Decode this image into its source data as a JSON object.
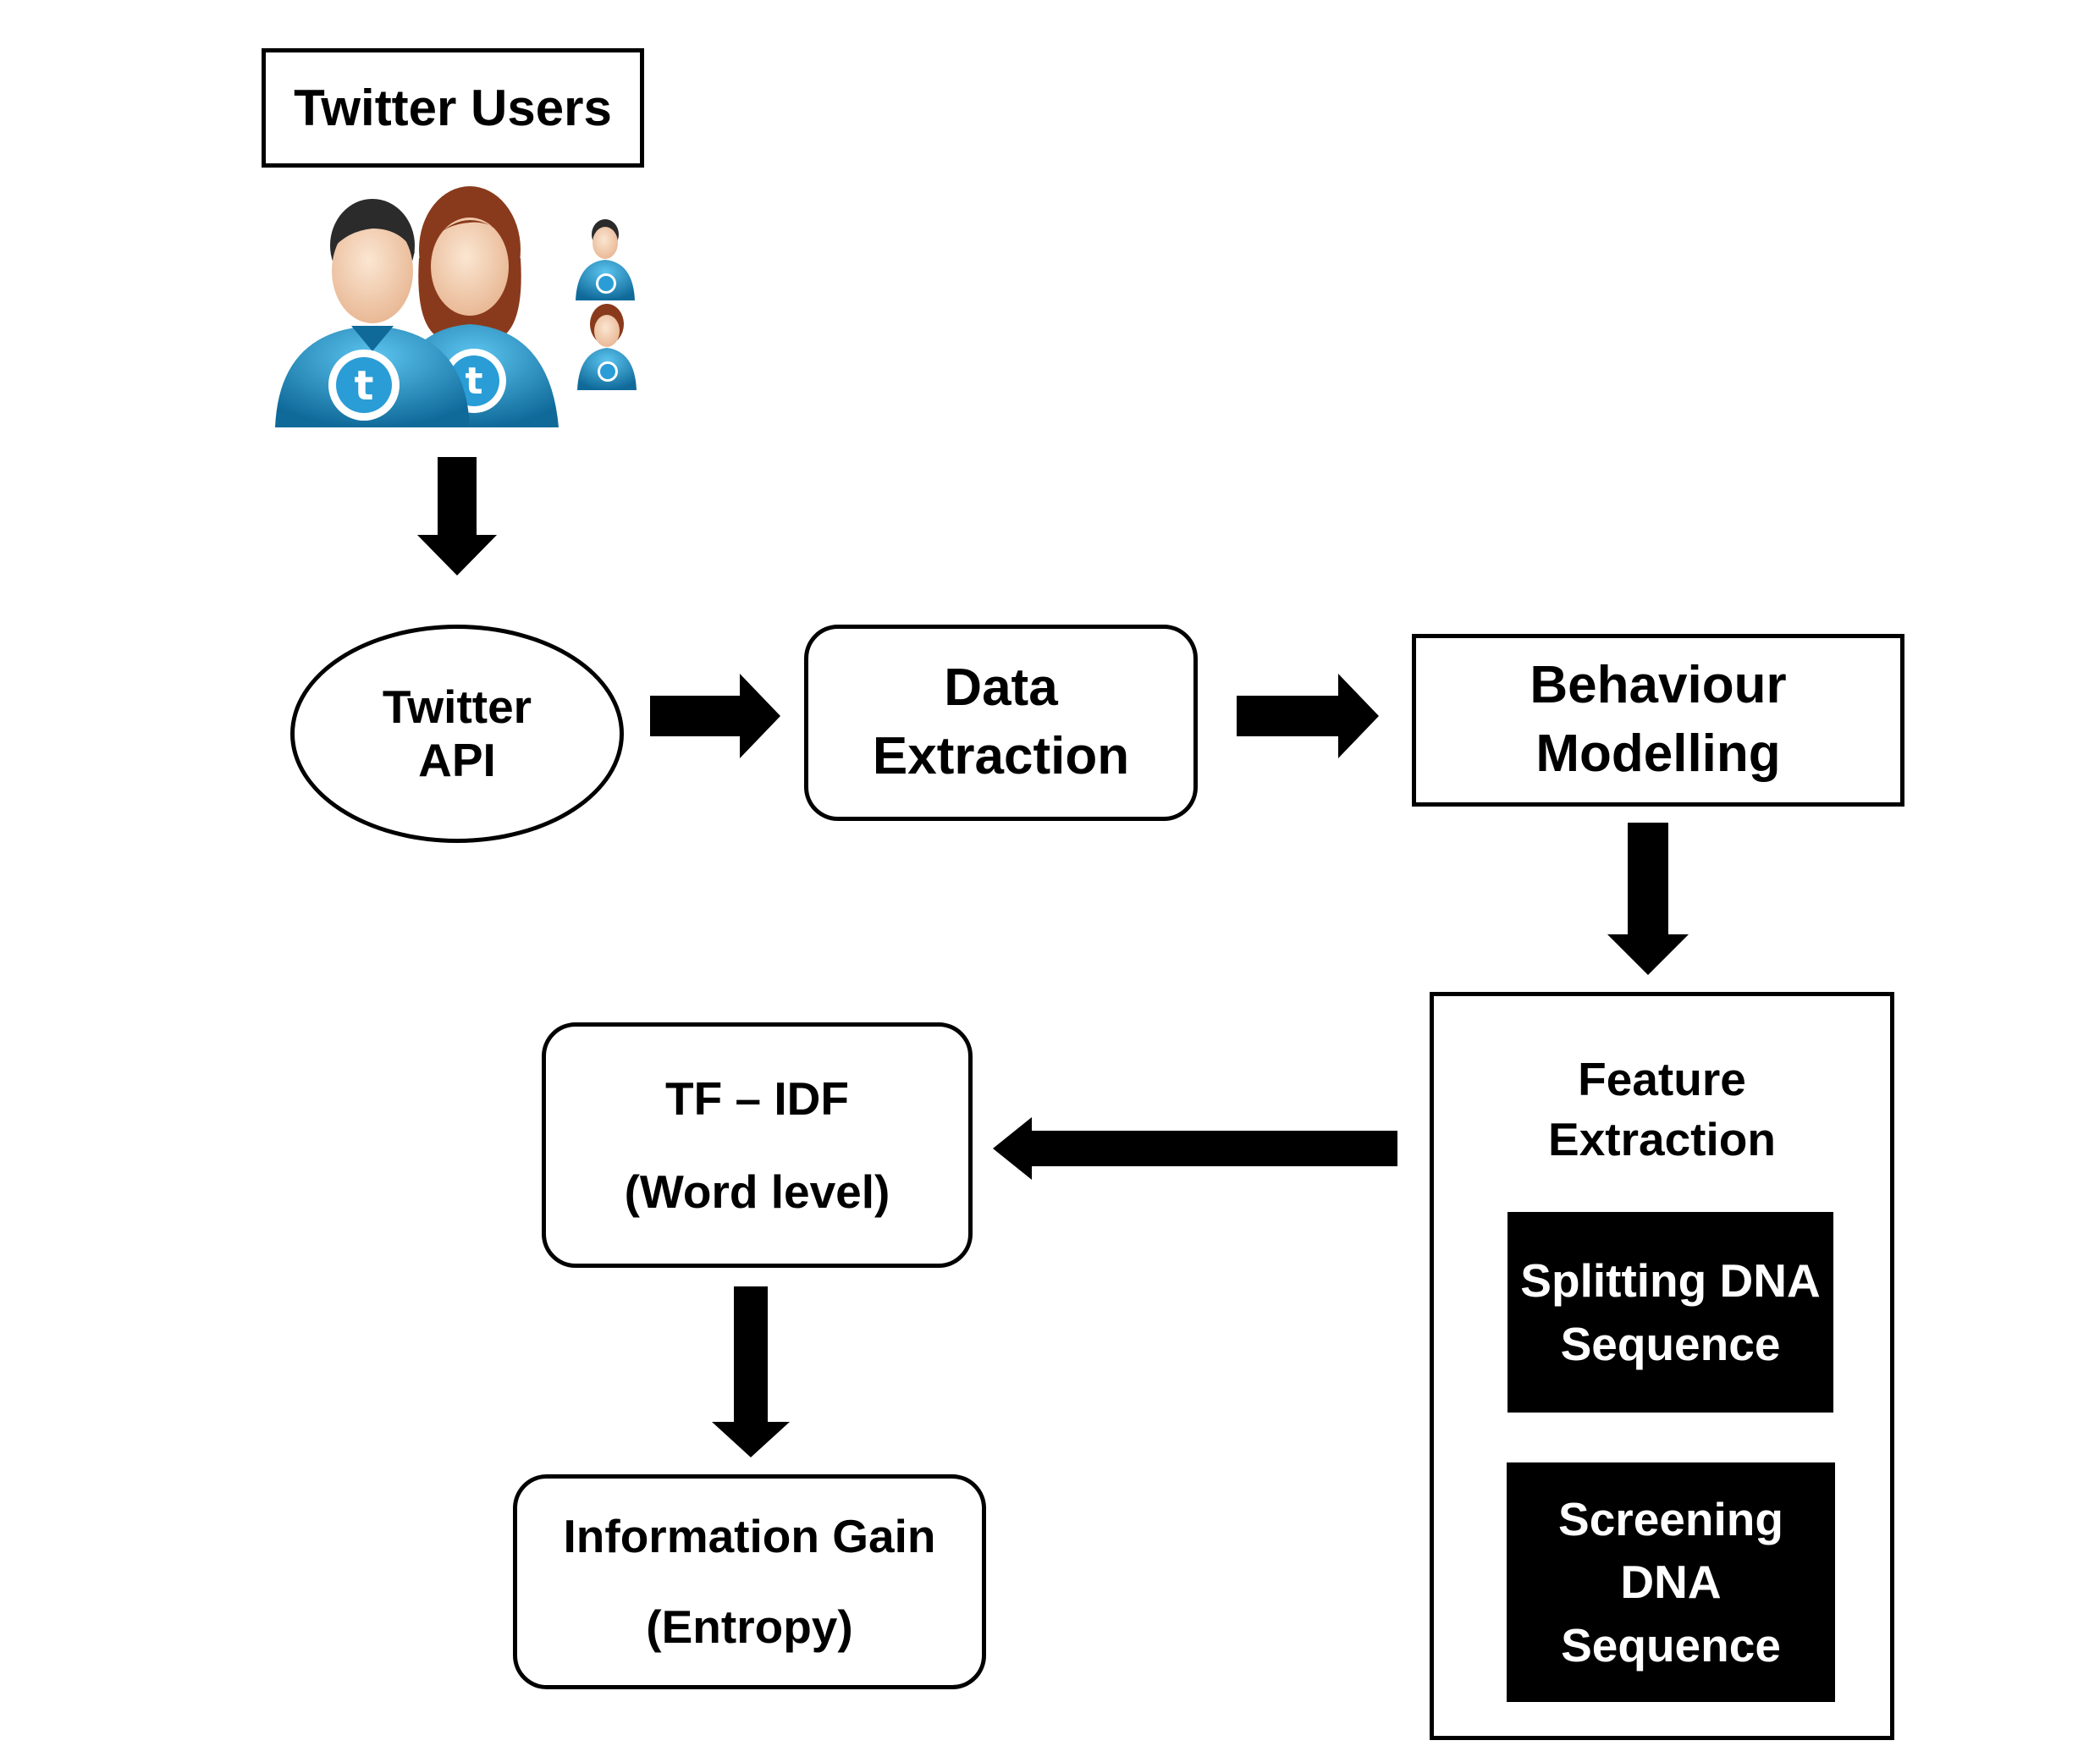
{
  "diagram": {
    "twitter_users": {
      "label": "Twitter Users"
    },
    "twitter_api": {
      "line1": "Twitter",
      "line2": "API"
    },
    "data_extraction": {
      "line1": "Data",
      "line2": "Extraction"
    },
    "behaviour_modelling": {
      "line1": "Behaviour",
      "line2": "Modelling"
    },
    "feature_extraction": {
      "line1": "Feature",
      "line2": "Extraction",
      "splitting": {
        "line1": "Splitting DNA",
        "line2": "Sequence"
      },
      "screening": {
        "line1": "Screening",
        "line2": "DNA",
        "line3": "Sequence"
      }
    },
    "tf_idf": {
      "line1": "TF – IDF",
      "line2": "(Word level)"
    },
    "information_gain": {
      "line1": "Information Gain",
      "line2": "(Entropy)"
    }
  },
  "colors": {
    "line": "#000000",
    "avatar_shirt": "#1f8fc4",
    "avatar_shirt_dark": "#0f6a9a",
    "skin": "#f3d3b3",
    "hair_dark": "#2b2b2b",
    "hair_brown": "#8a3a1c"
  },
  "icons": [
    "twitter-users-icon"
  ]
}
